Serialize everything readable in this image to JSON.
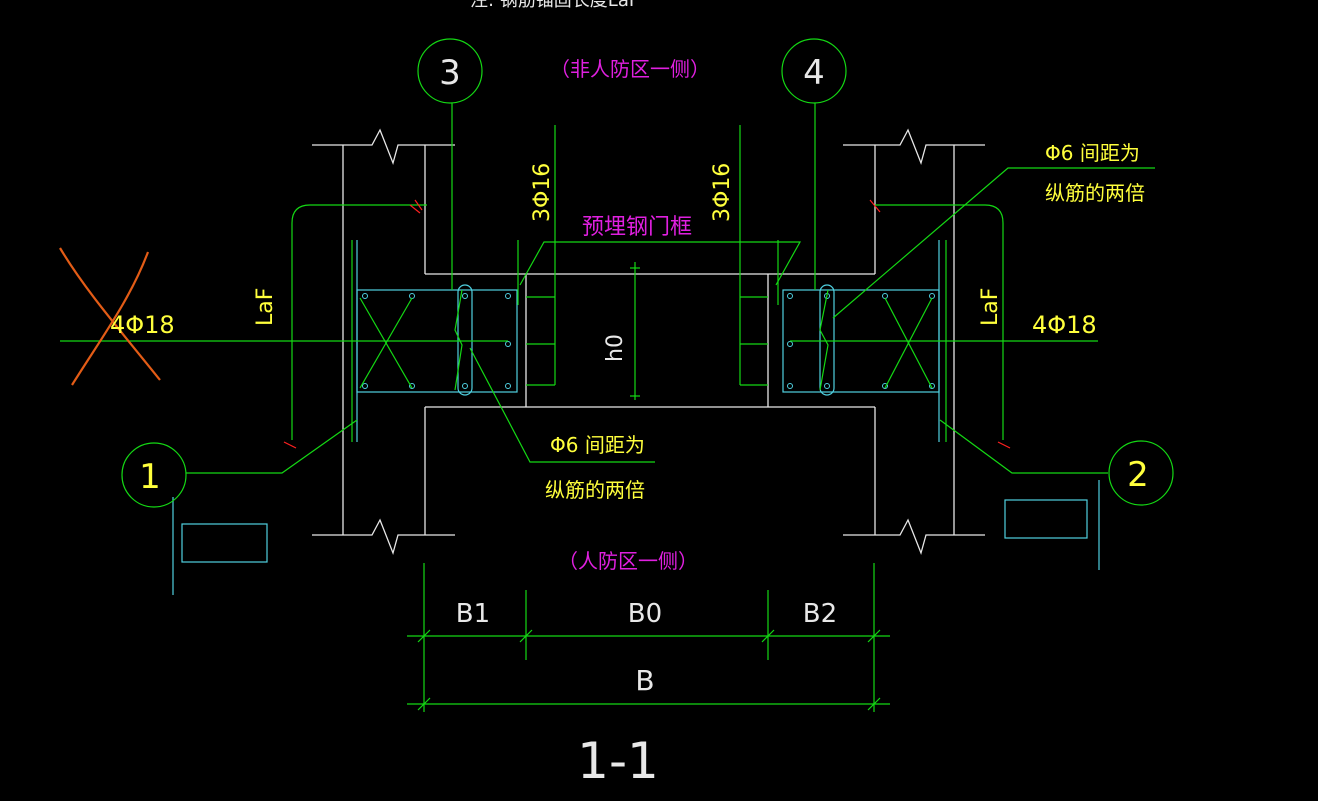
{
  "top_note": "注: 钢筋锚固长度LaF",
  "side_labels": {
    "non_civil_defense": "（非人防区一侧）",
    "civil_defense": "（人防区一侧）"
  },
  "axis_markers": [
    "3",
    "4",
    "1",
    "2"
  ],
  "rebar": {
    "left_vertical": "3Φ16",
    "right_vertical": "3Φ16",
    "left_longitudinal": "4Φ18",
    "right_longitudinal": "4Φ18",
    "anchor_left": "LaF",
    "anchor_right": "LaF"
  },
  "notes": {
    "embedded_frame": "预埋钢门框",
    "stirrup_spacing_line1": "Φ6 间距为",
    "stirrup_spacing_line2": "纵筋的两倍"
  },
  "dimensions": {
    "opening_height": "h0",
    "b1": "B1",
    "b0": "B0",
    "b2": "B2",
    "total": "B"
  },
  "section_title": "1-1",
  "colors": {
    "background": "#000000",
    "walls": "#e8e8e8",
    "rebar_and_leaders": "#14d814",
    "beam_outline": "#4fd0e0",
    "dimension_text": "#e8e8e8",
    "rebar_text": "#ffff3c",
    "label_text": "#e020e0",
    "cross_mark": "#e35c16"
  }
}
